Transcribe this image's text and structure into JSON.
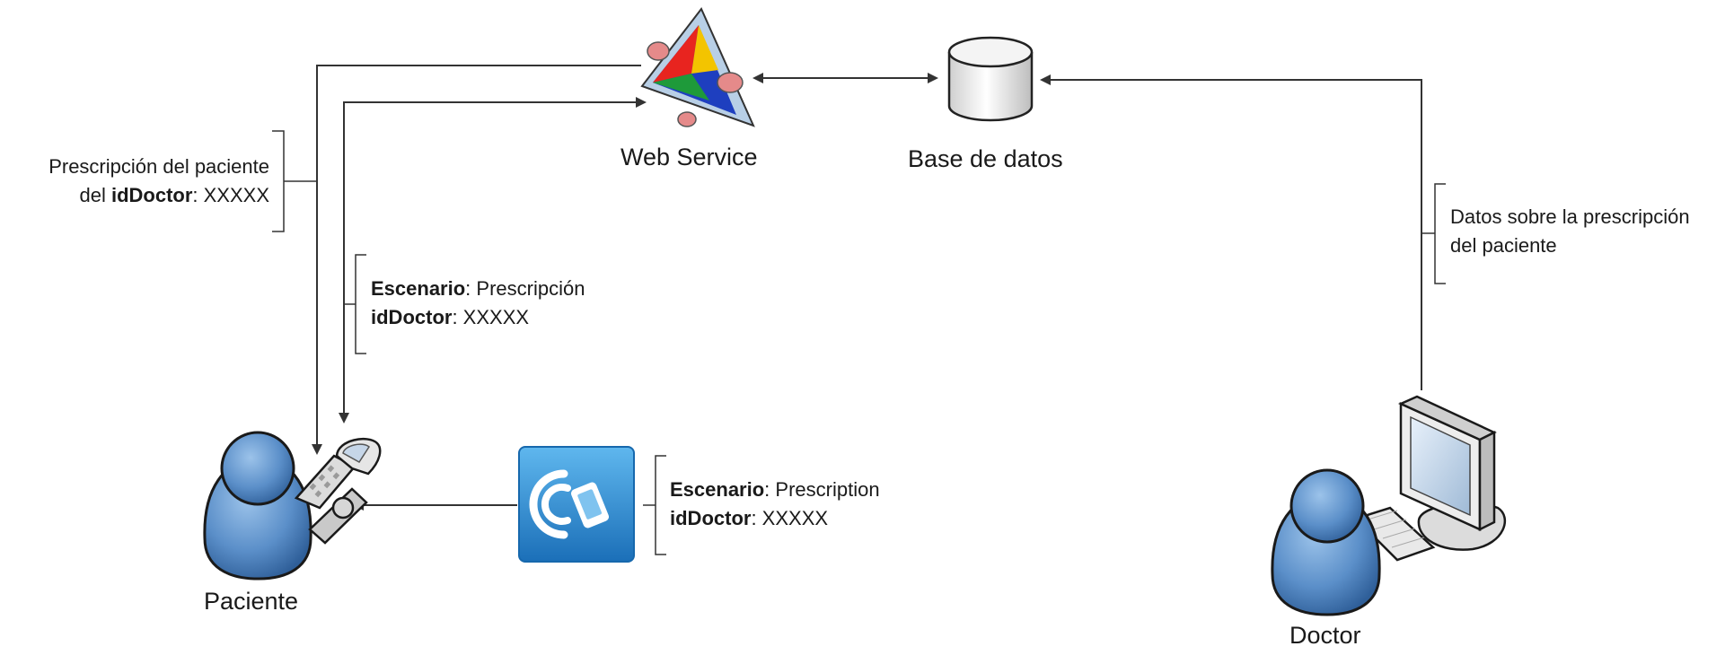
{
  "nodes": {
    "web_service": "Web Service",
    "database": "Base de datos",
    "patient": "Paciente",
    "doctor": "Doctor"
  },
  "notes": {
    "return_prescription": {
      "line1": "Prescripción del paciente",
      "line2_prefix": "del ",
      "line2_bold": "idDoctor",
      "line2_rest": ": XXXXX"
    },
    "request_ws": {
      "k1": "Escenario",
      "v1": ": Prescripción",
      "k2": "idDoctor",
      "v2": ": XXXXX"
    },
    "nfc_tag": {
      "k1": "Escenario",
      "v1": ": Prescription",
      "k2": "idDoctor",
      "v2": ": XXXXX"
    },
    "doctor_data": {
      "line1": "Datos sobre la prescripción",
      "line2": "del paciente"
    }
  },
  "colors": {
    "person": "#5b8fc9",
    "person_outline": "#1a1a1a",
    "line": "#333333",
    "nfc_bg": "#2a8fd6"
  }
}
